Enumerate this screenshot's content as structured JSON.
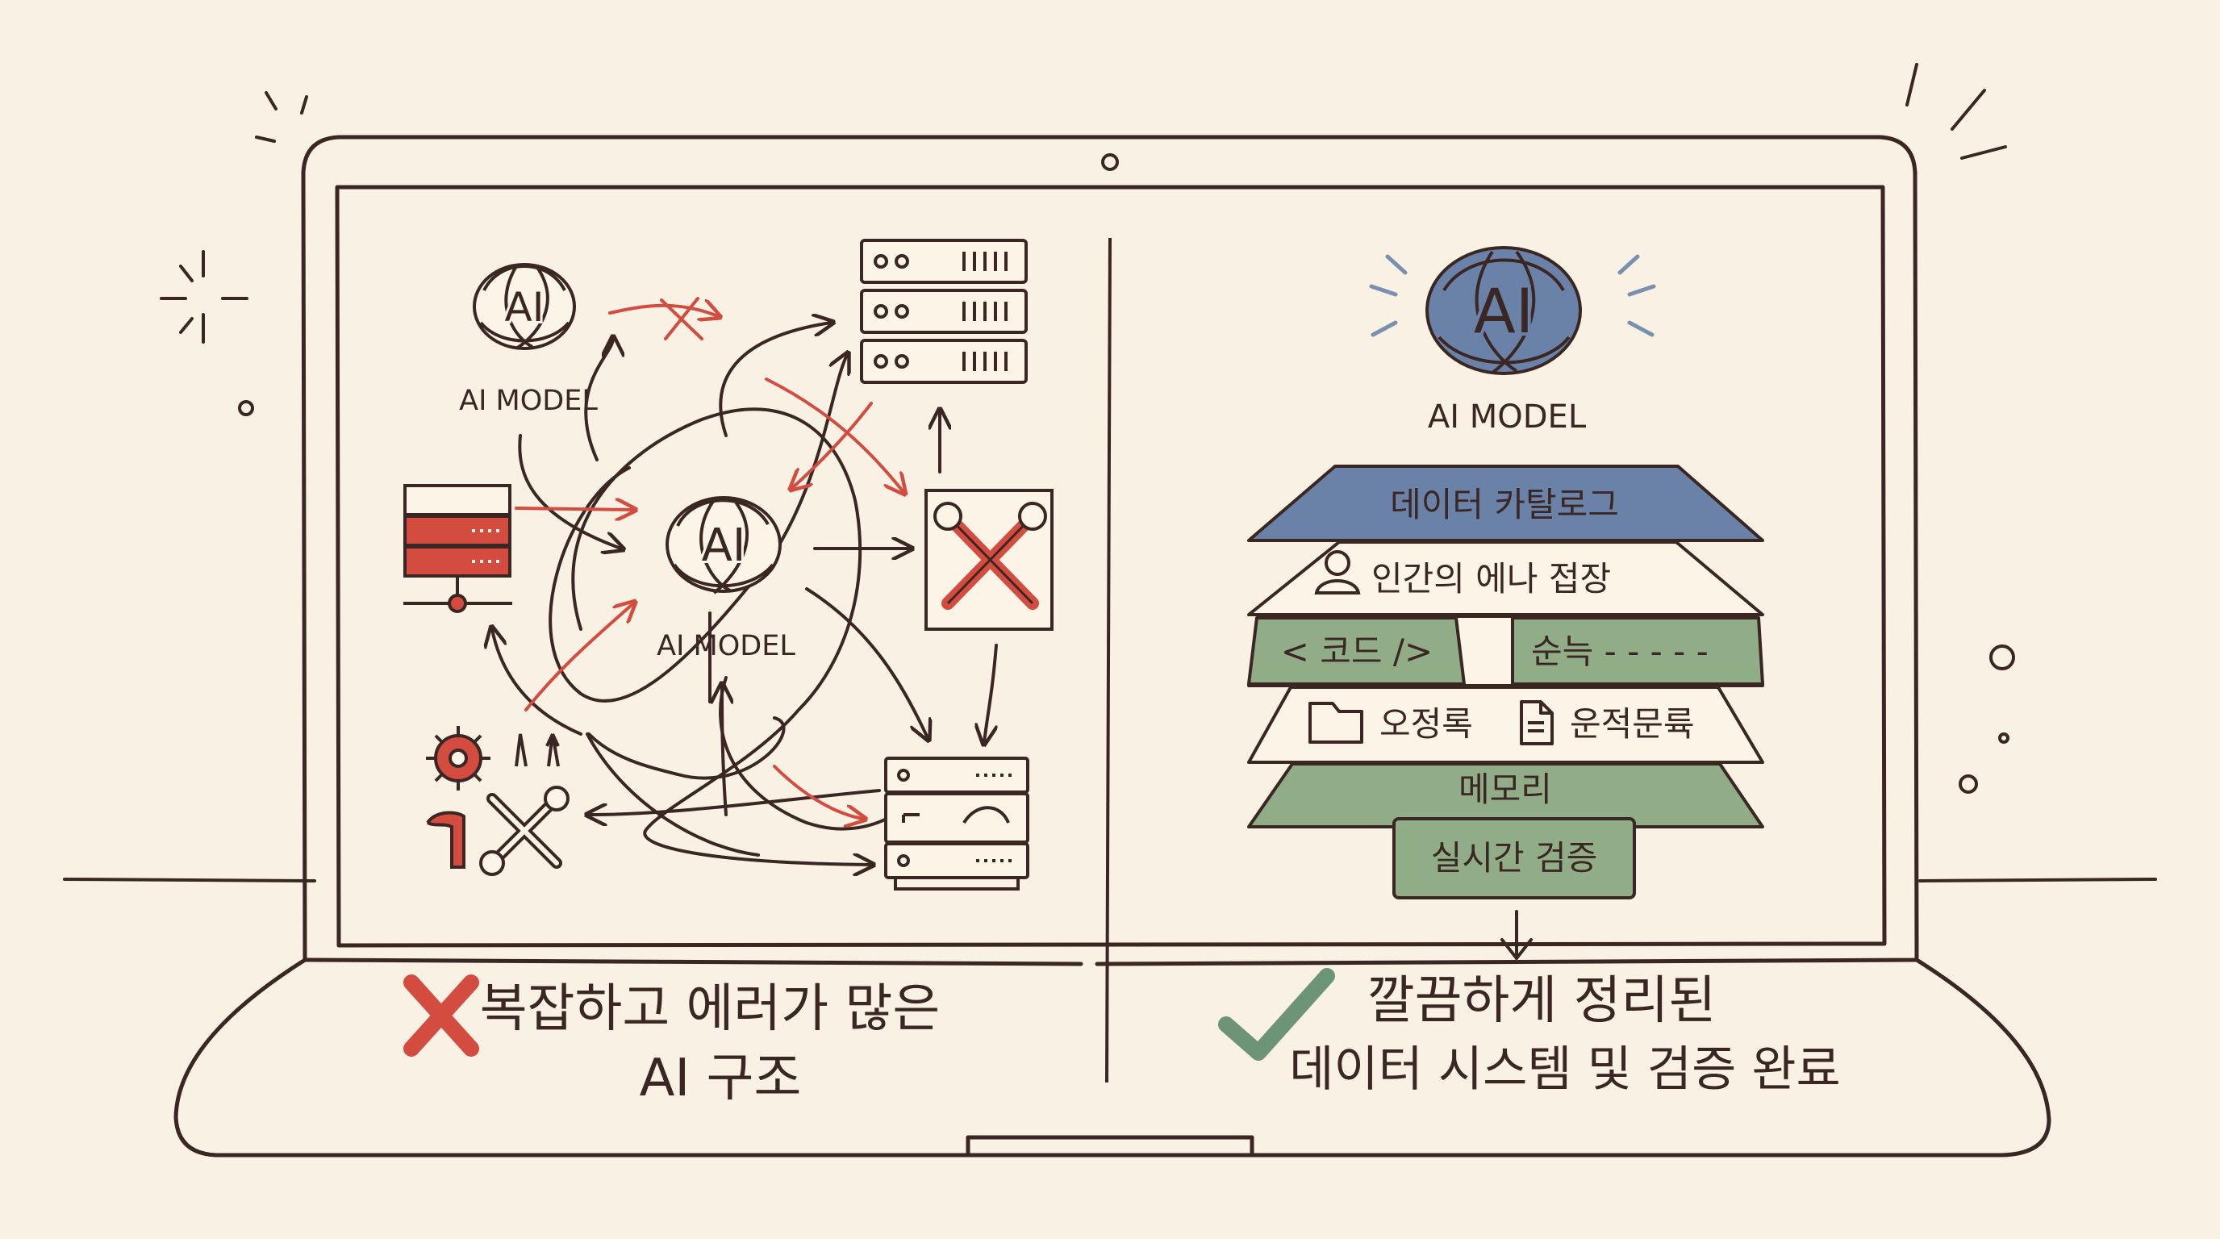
{
  "colors": {
    "background": "#f8f1e4",
    "ink": "#3a2622",
    "red": "#d44b3f",
    "blue": "#6a82a8",
    "green": "#90ad88",
    "paper": "#fbf4e7"
  },
  "left_panel": {
    "model_labels": [
      "AI MODEL",
      "AI MODEL"
    ],
    "ai_text": "AI",
    "caption_line1": "복잡하고 에러가 많은",
    "caption_line2": "AI 구조",
    "cross_icon": "red-x-icon"
  },
  "right_panel": {
    "ai_text": "AI",
    "model_label": "AI MODEL",
    "layers": {
      "catalog": "데이터 카탈로그",
      "persona": "인간의 에나 접장",
      "code": "< 코드 />",
      "order": "순늑 - - - - -",
      "folder": "오정록",
      "doc": "운적문륙",
      "memory": "메모리",
      "verify": "실시간 검증"
    },
    "caption_line1": "깔끔하게 정리된",
    "caption_line2": "데이터 시스템 및 검증 완료",
    "check_icon": "green-check-icon"
  }
}
